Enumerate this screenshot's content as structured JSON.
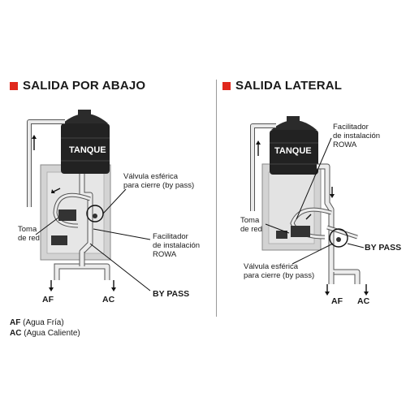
{
  "left_panel": {
    "title": "SALIDA POR ABAJO",
    "tank_label": "TANQUE",
    "valve_label": [
      "Válvula esférica",
      "para cierre (by pass)"
    ],
    "network_label": [
      "Toma",
      "de red"
    ],
    "facilitator_label": [
      "Facilitador",
      "de instalación",
      "ROWA"
    ],
    "af_label": "AF",
    "ac_label": "AC",
    "bypass_label": "BY PASS"
  },
  "right_panel": {
    "title": "SALIDA LATERAL",
    "tank_label": "TANQUE",
    "facilitator_label": [
      "Facilitador",
      "de instalación",
      "ROWA"
    ],
    "network_label": [
      "Toma",
      "de red"
    ],
    "bypass_label": "BY PASS",
    "valve_label": [
      "Válvula esférica",
      "para cierre (by pass)"
    ],
    "af_label": "AF",
    "ac_label": "AC"
  },
  "legend": [
    {
      "abbr": "AF",
      "text": "(Agua Fría)"
    },
    {
      "abbr": "AC",
      "text": "(Agua Caliente)"
    }
  ],
  "colors": {
    "accent": "#e0281c",
    "tank": "#1f1f1f",
    "pipe": "#e6e6e6",
    "wall": "#cfcfcf"
  }
}
